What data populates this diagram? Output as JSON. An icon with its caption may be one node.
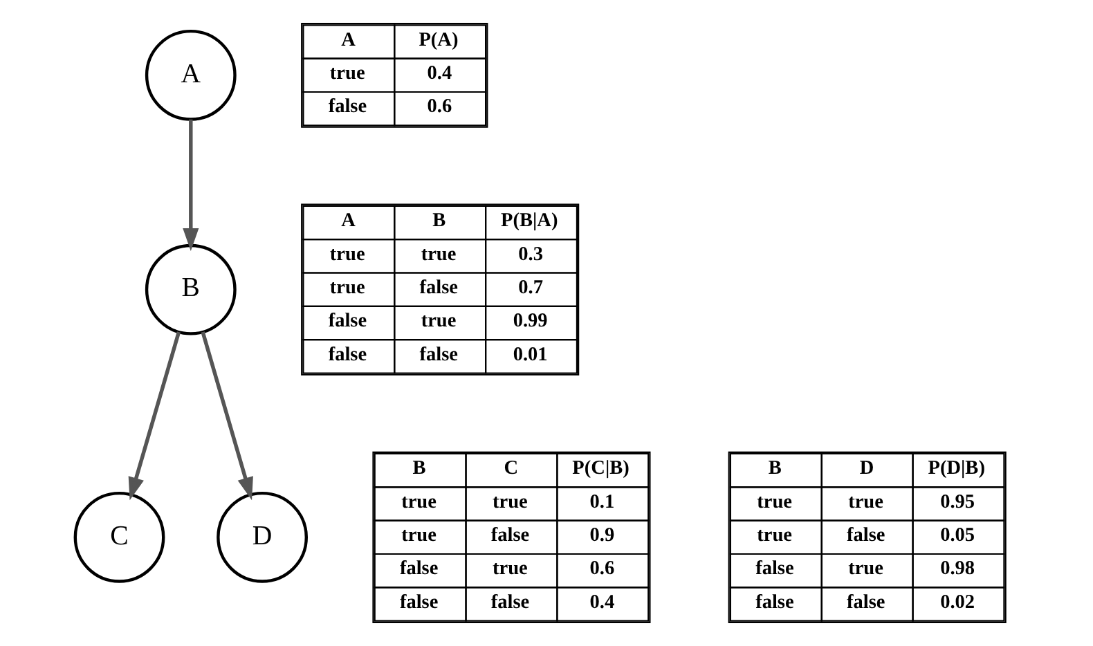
{
  "diagram": {
    "nodes": [
      {
        "text": [
          "A"
        ]
      },
      {
        "text": [
          "B"
        ]
      },
      {
        "text": [
          "C"
        ]
      },
      {
        "text": [
          "D"
        ]
      }
    ],
    "edges": [
      {
        "from": 0,
        "to": 1,
        "arrow": "to"
      },
      {
        "from": 1,
        "to": 2,
        "arrow": "to"
      },
      {
        "from": 1,
        "to": 3,
        "arrow": "to"
      }
    ],
    "labels": [
      "A",
      "P(A)",
      "true",
      "0.4",
      "false",
      "0.6",
      "A",
      "B",
      "P(B|A)",
      "true",
      "true",
      "0.3",
      "true",
      "false",
      "0.7",
      "false",
      "true",
      "0.99",
      "false",
      "false",
      "0.01",
      "B",
      "C",
      "P(C|B)",
      "true",
      "true",
      "0.1",
      "true",
      "false",
      "0.9",
      "false",
      "true",
      "0.6",
      "false",
      "false",
      "0.4",
      "B",
      "D",
      "P(D|B)",
      "true",
      "true",
      "0.95",
      "true",
      "false",
      "0.05",
      "false",
      "true",
      "0.98",
      "false",
      "false",
      "0.02"
    ]
  }
}
